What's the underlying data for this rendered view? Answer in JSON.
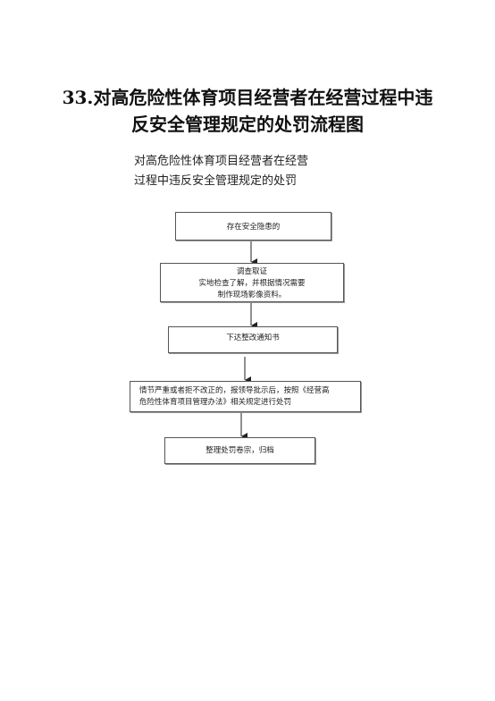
{
  "page_title": {
    "line1": "33.对高危险性体育项目经营者在经营过程中违",
    "line2": "反安全管理规定的处罚流程图"
  },
  "diagram_heading": {
    "line1": "对高危险性体育项目经营者在经营",
    "line2": "过程中违反安全管理规定的处罚"
  },
  "steps": [
    {
      "lines": [
        "存在安全隐患的"
      ]
    },
    {
      "lines": [
        "调查取证",
        "实地检查了解，并根据情况需要",
        "制作现场影像资料。"
      ]
    },
    {
      "lines": [
        "下达整改通知书"
      ]
    },
    {
      "lines": [
        "情节严重或者拒不改正的，报领导批示后，按照《经营高",
        "危险性体育项目管理办法》相关规定进行处罚"
      ]
    },
    {
      "lines": [
        "整理处罚卷宗，归档"
      ]
    }
  ]
}
